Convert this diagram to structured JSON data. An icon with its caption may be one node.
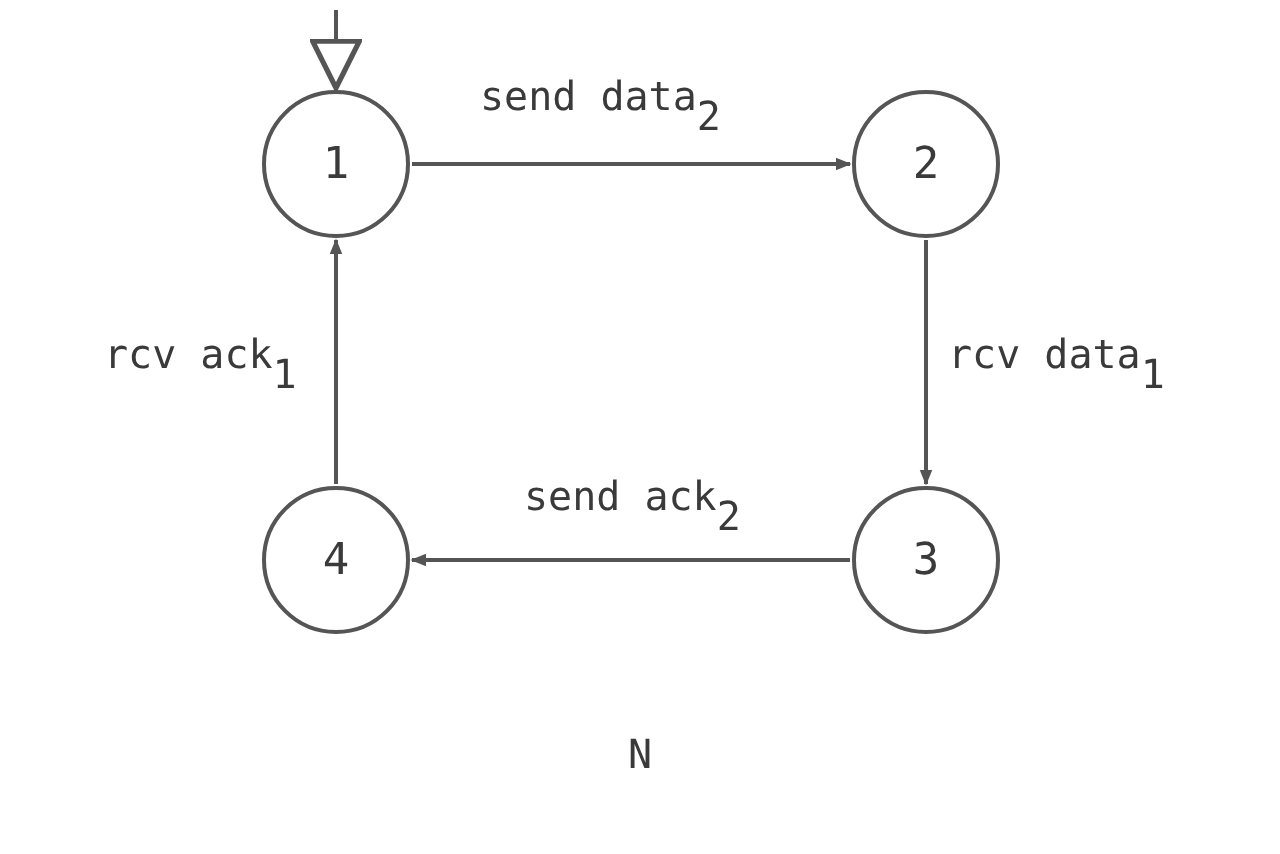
{
  "diagram": {
    "nodes": [
      {
        "text": [
          "1"
        ]
      },
      {
        "text": [
          "2"
        ]
      },
      {
        "text": [
          "3"
        ]
      },
      {
        "text": [
          "4"
        ]
      }
    ],
    "edges": [
      {
        "from": null,
        "to": 0,
        "arrow": "to"
      },
      {
        "from": 0,
        "to": 1,
        "arrow": "to",
        "label": "send data$_{2}$"
      },
      {
        "from": 1,
        "to": 2,
        "arrow": "to",
        "label": "rcv data$_{1}$"
      },
      {
        "from": 2,
        "to": 3,
        "arrow": "to",
        "label": "send ack$_{2}$"
      },
      {
        "from": 3,
        "to": 0,
        "arrow": "to",
        "label": "rcv ack$_{1}$"
      }
    ],
    "labels": [
      "N"
    ]
  }
}
